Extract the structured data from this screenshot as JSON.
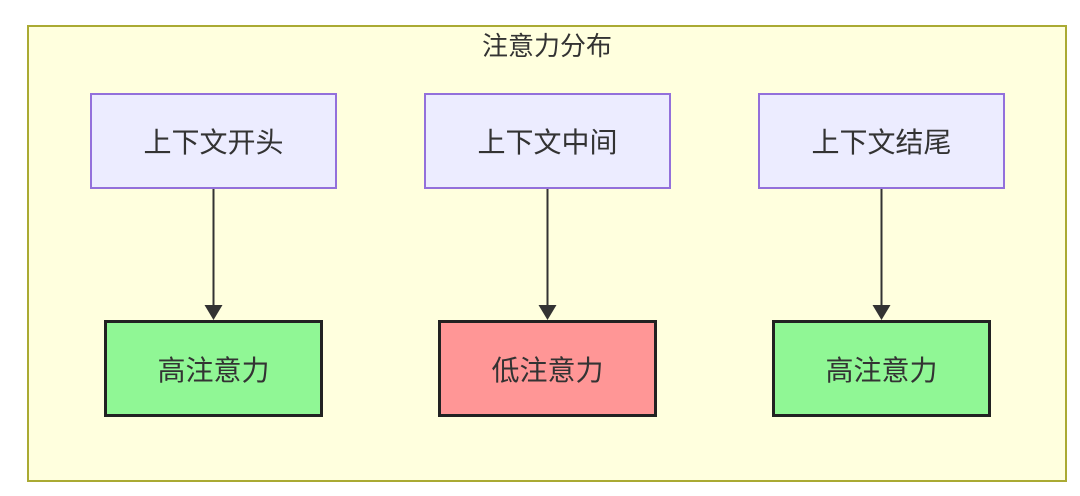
{
  "diagram": {
    "title": "注意力分布",
    "colors": {
      "container_fill": "#ffffde",
      "container_border": "#aaaa33",
      "node_fill": "#ececff",
      "node_border": "#9370db",
      "high_fill": "#90f795",
      "low_fill": "#ff9696",
      "result_border": "#222222",
      "text": "#333333",
      "arrow": "#333333"
    },
    "nodes": [
      {
        "id": "context-start",
        "label": "上下文开头",
        "type": "context"
      },
      {
        "id": "context-middle",
        "label": "上下文中间",
        "type": "context"
      },
      {
        "id": "context-end",
        "label": "上下文结尾",
        "type": "context"
      },
      {
        "id": "high-attention-1",
        "label": "高注意力",
        "type": "high-attention"
      },
      {
        "id": "low-attention",
        "label": "低注意力",
        "type": "low-attention"
      },
      {
        "id": "high-attention-2",
        "label": "高注意力",
        "type": "high-attention"
      }
    ],
    "edges": [
      {
        "from": "上下文开头",
        "to": "高注意力"
      },
      {
        "from": "上下文中间",
        "to": "低注意力"
      },
      {
        "from": "上下文结尾",
        "to": "高注意力"
      }
    ]
  }
}
